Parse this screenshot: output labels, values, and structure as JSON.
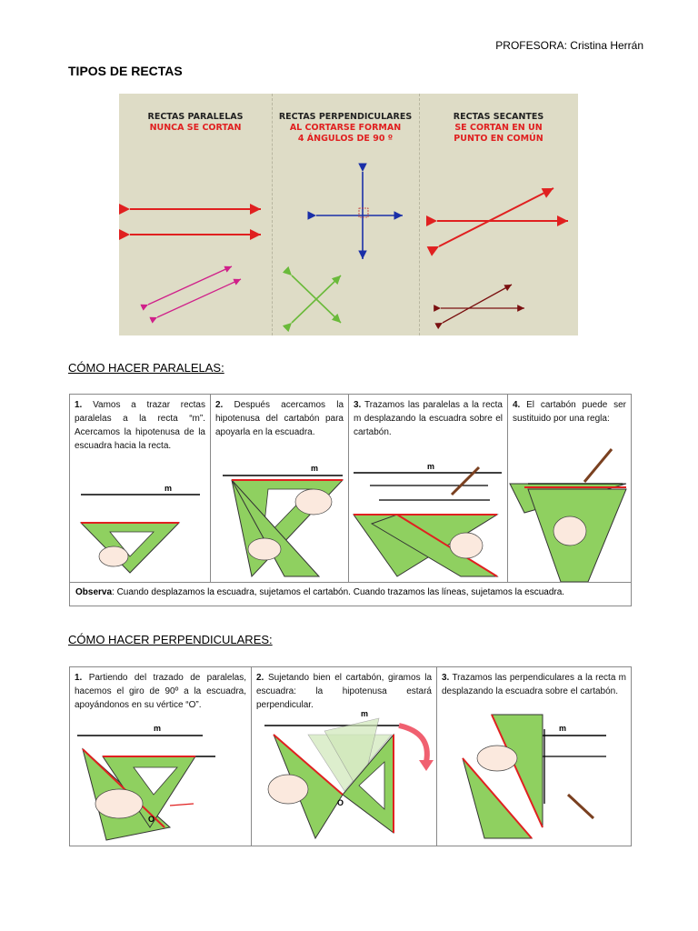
{
  "header": {
    "teacher": "PROFESORA: Cristina Herrán"
  },
  "title": "TIPOS DE RECTAS",
  "types_panel": {
    "parallel": {
      "line1": "RECTAS PARALELAS",
      "line2": "NUNCA SE CORTAN"
    },
    "perpendicular": {
      "line1": "RECTAS PERPENDICULARES",
      "line2": "AL CORTARSE FORMAN",
      "line3": "4 ÁNGULOS DE 90 º"
    },
    "secant": {
      "line1": "RECTAS SECANTES",
      "line2": "SE CORTAN EN UN",
      "line3": "PUNTO EN COMÚN"
    }
  },
  "section_parallel": {
    "heading": "CÓMO HACER PARALELAS:",
    "steps": [
      {
        "num": "1.",
        "text": "Vamos a trazar rectas paralelas a la recta “m”. Acercamos la hipotenusa de la escuadra hacia la recta."
      },
      {
        "num": "2.",
        "text": "Después acercamos la hipotenusa del cartabón para apoyarla en la escuadra."
      },
      {
        "num": "3.",
        "text": "Trazamos las paralelas a la recta m desplazando la escuadra sobre el cartabón."
      },
      {
        "num": "4.",
        "text": "El cartabón puede ser sustituido por una regla:"
      }
    ],
    "line_label": "m",
    "observa_label": "Observa",
    "observa_text": ": Cuando desplazamos la escuadra, sujetamos el cartabón. Cuando trazamos las líneas, sujetamos la escuadra."
  },
  "section_perpendicular": {
    "heading": "CÓMO HACER PERPENDICULARES:",
    "steps": [
      {
        "num": "1.",
        "text": "Partiendo del trazado de paralelas, hacemos el giro de 90º a la escuadra, apoyándonos en su vértice “O”."
      },
      {
        "num": "2.",
        "text": "Sujetando bien el cartabón, giramos la escuadra: la hipotenusa estará perpendicular."
      },
      {
        "num": "3.",
        "text": "Trazamos las perpendiculares a la recta m desplazando la escuadra sobre el cartabón."
      }
    ],
    "line_label": "m",
    "vertex_label": "O"
  },
  "colors": {
    "red": "#e02020",
    "blue": "#1a2fa8",
    "green": "#6aba3a",
    "pink": "#d0208a",
    "maroon": "#7a1010",
    "set_square": "#8fd060"
  }
}
